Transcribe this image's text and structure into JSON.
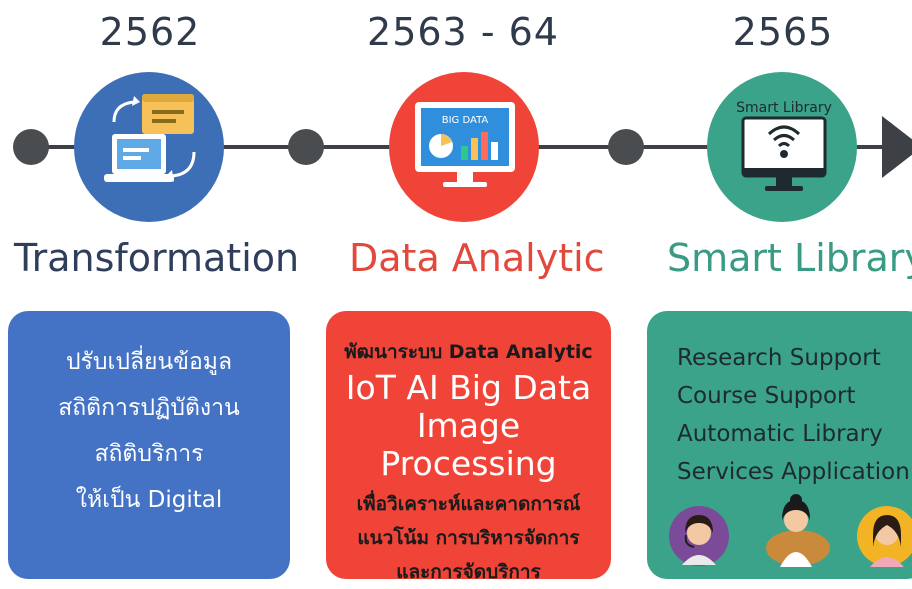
{
  "years": [
    "2562",
    "2563 - 64",
    "2565"
  ],
  "phases": [
    {
      "title": "Transformation",
      "title_color": "#2f3e5c",
      "circle_color": "#3d6fb6",
      "icon": "laptop-sync-icon",
      "lines": [
        "ปรับเปลี่ยนข้อมูล",
        "สถิติการปฏิบัติงาน",
        "สถิติบริการ",
        "ให้เป็น Digital"
      ]
    },
    {
      "title": "Data Analytic",
      "title_color": "#e2483c",
      "circle_color": "#f04438",
      "icon": "big-data-monitor-icon",
      "icon_label": "BIG DATA",
      "lines": [
        "พัฒนาระบบ Data Analytic",
        "IoT  AI  Big Data",
        "Image Processing",
        "เพื่อวิเคราะห์และคาดการณ์",
        "แนวโน้ม  การบริหารจัดการ",
        "และการจัดบริการ"
      ]
    },
    {
      "title": "Smart Library",
      "title_color": "#3a9b84",
      "circle_color": "#3aa38a",
      "icon": "smart-library-monitor-icon",
      "icon_label": "Smart Library",
      "lines": [
        "Research  Support",
        "Course  Support",
        "Automatic Library",
        "Services Application"
      ],
      "avatars": [
        "woman-headset-avatar-icon",
        "woman-speech-avatar-icon",
        "woman-avatar-icon"
      ]
    }
  ]
}
